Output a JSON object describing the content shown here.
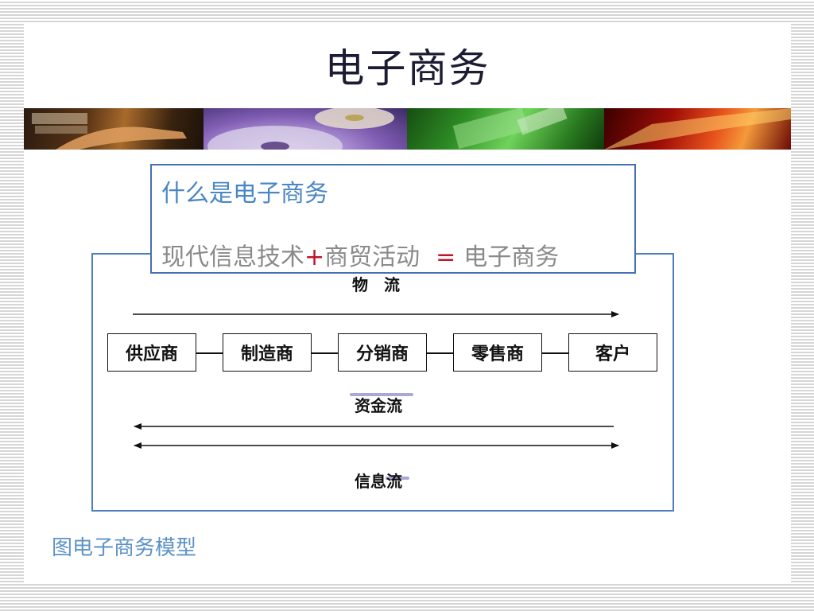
{
  "slide": {
    "title": "电子商务",
    "callout": {
      "heading": "什么是电子商务",
      "formula_part1": "现代信息技术",
      "formula_plus": "+",
      "formula_part2": "商贸活动",
      "formula_equals": "=",
      "formula_result": "电子商务"
    },
    "diagram": {
      "flows": {
        "logistics": "物　流",
        "capital": "资金流",
        "information": "信息流"
      },
      "nodes": [
        "供应商",
        "制造商",
        "分销商",
        "零售商",
        "客户"
      ]
    },
    "caption": "图电子商务模型"
  },
  "colors": {
    "title": "#1b1b33",
    "accent_blue": "#4a87c4",
    "frame_blue": "#4f7fbd",
    "formula_gray": "#8a8a8a",
    "operator_red": "#c0142a"
  }
}
